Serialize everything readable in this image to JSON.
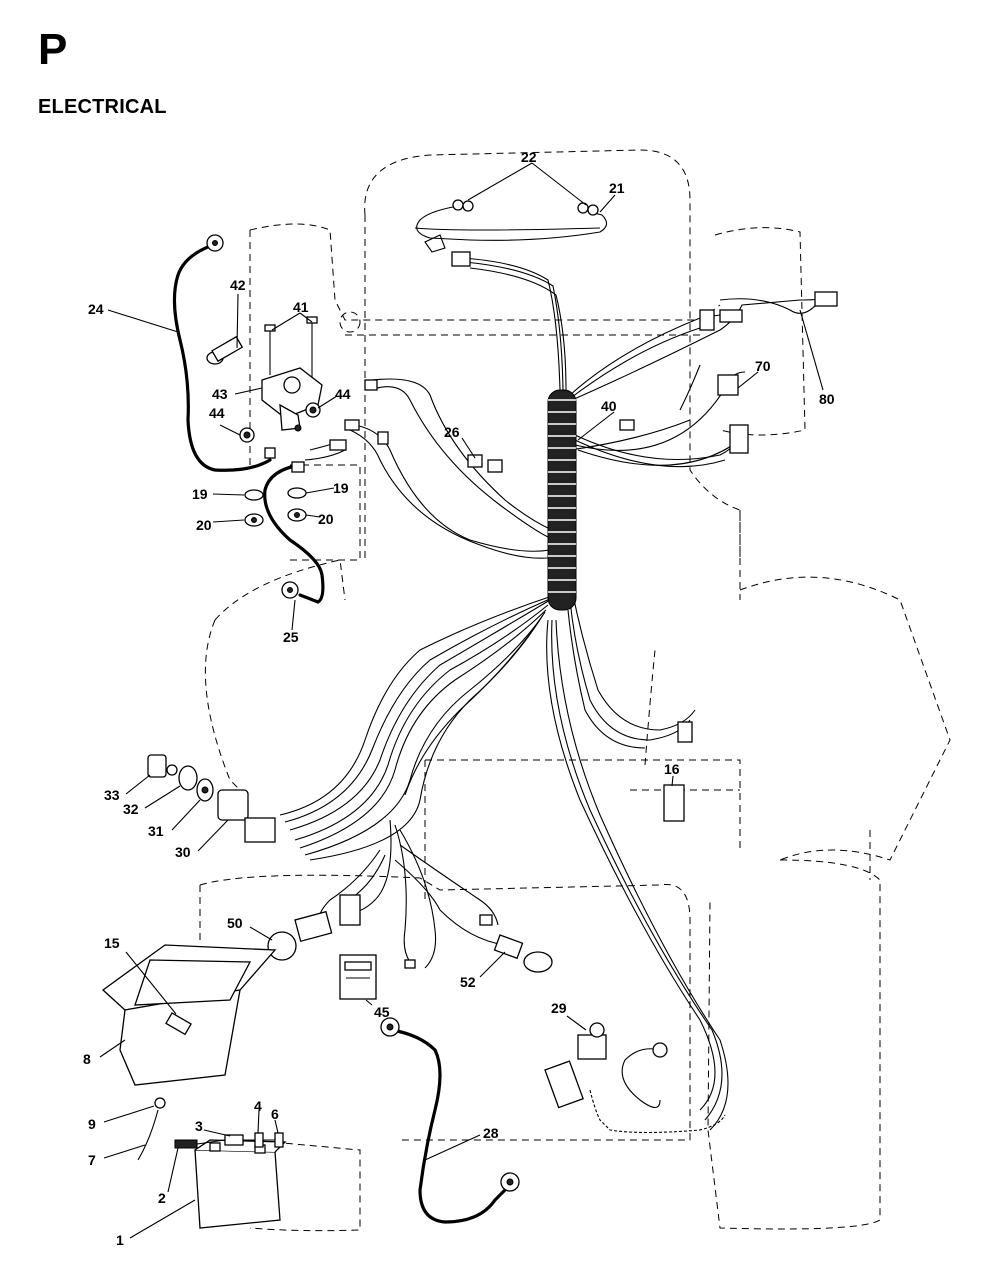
{
  "header": {
    "section_letter": "P",
    "section_title": "ELECTRICAL"
  },
  "callouts": [
    {
      "id": "22",
      "label": "22"
    },
    {
      "id": "21",
      "label": "21"
    },
    {
      "id": "42",
      "label": "42"
    },
    {
      "id": "41",
      "label": "41"
    },
    {
      "id": "24",
      "label": "24"
    },
    {
      "id": "43",
      "label": "43"
    },
    {
      "id": "44a",
      "label": "44"
    },
    {
      "id": "44b",
      "label": "44"
    },
    {
      "id": "70",
      "label": "70"
    },
    {
      "id": "80",
      "label": "80"
    },
    {
      "id": "40",
      "label": "40"
    },
    {
      "id": "26",
      "label": "26"
    },
    {
      "id": "19a",
      "label": "19"
    },
    {
      "id": "19b",
      "label": "19"
    },
    {
      "id": "20a",
      "label": "20"
    },
    {
      "id": "20b",
      "label": "20"
    },
    {
      "id": "25",
      "label": "25"
    },
    {
      "id": "16",
      "label": "16"
    },
    {
      "id": "33",
      "label": "33"
    },
    {
      "id": "32",
      "label": "32"
    },
    {
      "id": "31",
      "label": "31"
    },
    {
      "id": "30",
      "label": "30"
    },
    {
      "id": "50",
      "label": "50"
    },
    {
      "id": "15",
      "label": "15"
    },
    {
      "id": "52",
      "label": "52"
    },
    {
      "id": "45",
      "label": "45"
    },
    {
      "id": "29",
      "label": "29"
    },
    {
      "id": "8",
      "label": "8"
    },
    {
      "id": "9",
      "label": "9"
    },
    {
      "id": "3",
      "label": "3"
    },
    {
      "id": "4",
      "label": "4"
    },
    {
      "id": "6",
      "label": "6"
    },
    {
      "id": "28",
      "label": "28"
    },
    {
      "id": "7",
      "label": "7"
    },
    {
      "id": "2",
      "label": "2"
    },
    {
      "id": "1",
      "label": "1"
    }
  ]
}
